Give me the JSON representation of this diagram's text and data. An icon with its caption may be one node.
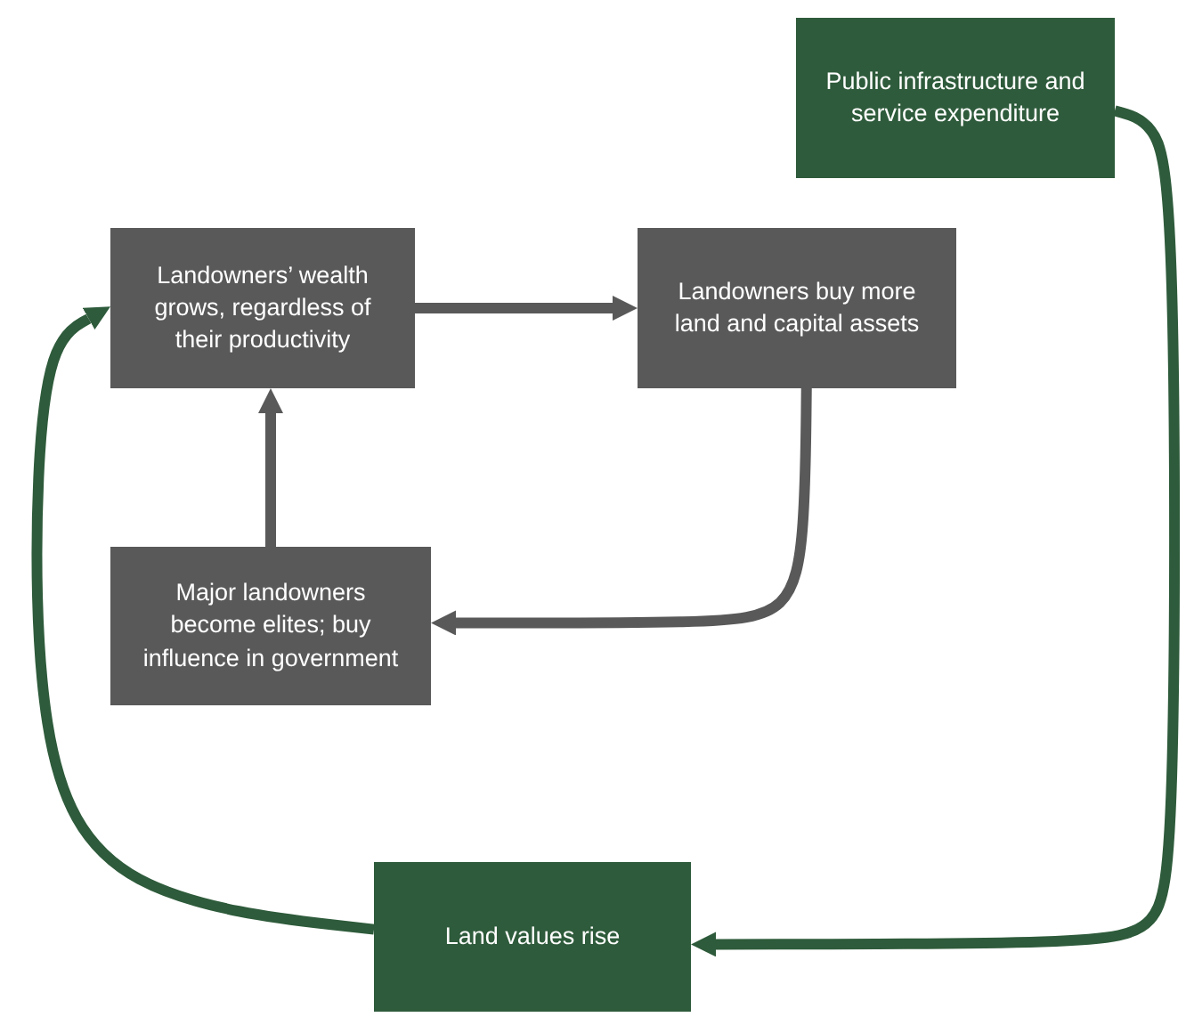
{
  "diagram": {
    "nodes": [
      {
        "text": [
          "Public infrastructure and service expenditure"
        ]
      },
      {
        "text": [
          "Landowners’ wealth grows, regardless of their productivity"
        ]
      },
      {
        "text": [
          "Landowners buy more land and capital assets"
        ]
      },
      {
        "text": [
          "Major landowners become elites; buy influence in government"
        ]
      },
      {
        "text": [
          "Land values rise"
        ]
      }
    ],
    "edges": [
      {
        "from": 0,
        "to": 4,
        "arrow": "to",
        "color": "#2e5b3b"
      },
      {
        "from": 4,
        "to": 1,
        "arrow": "to",
        "color": "#2e5b3b"
      },
      {
        "from": 1,
        "to": 2,
        "arrow": "to"
      },
      {
        "from": 2,
        "to": 3,
        "arrow": "to"
      },
      {
        "from": 3,
        "to": 1,
        "arrow": "to"
      }
    ]
  }
}
